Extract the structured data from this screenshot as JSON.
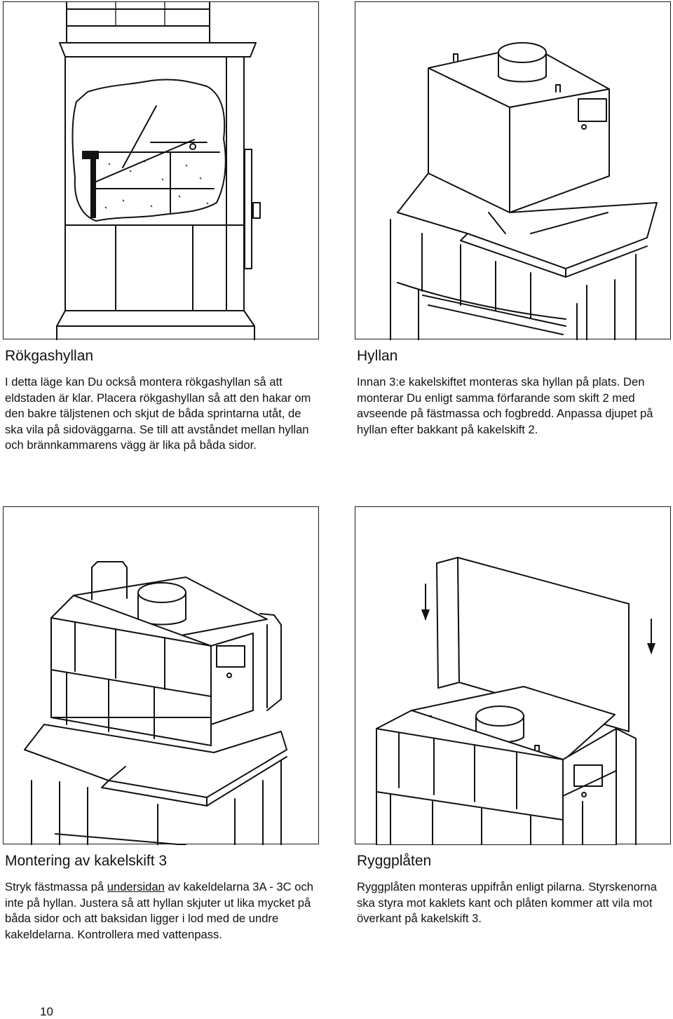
{
  "sections": [
    {
      "title": "Rökgashyllan",
      "paragraphs": [
        "I detta läge kan Du också montera rökgashyllan så att eldstaden är klar. Placera rökgashyllan så att den hakar om den bakre täljstenen och skjut de båda sprintarna utåt, de ska vila på sidoväggarna. Se till att avståndet mellan hyllan och brännkammarens vägg är lika på båda sidor."
      ]
    },
    {
      "title": "Hyllan",
      "paragraphs": [
        "Innan 3:e kakelskiftet monteras ska hyllan på plats. Den monterar Du enligt samma förfarande som skift 2 med avseende på fästmassa och fogbredd. Anpassa djupet på hyllan efter bakkant på kakelskift 2."
      ]
    },
    {
      "title": "Montering av kakelskift 3",
      "text_before": "Stryk fästmassa på ",
      "underlined": "undersidan",
      "text_after": " av kakeldelarna 3A - 3C och inte på hyllan. Justera så att hyllan skjuter ut lika mycket på båda sidor och att baksidan ligger i lod med de undre kakeldelarna. Kontrollera med vattenpass."
    },
    {
      "title": "Ryggplåten",
      "paragraphs": [
        "Ryggplåten monteras uppifrån enligt pilarna. Styrskenorna ska styra mot kaklets kant och plåten kommer att vila mot överkant på kakelskift 3."
      ]
    }
  ],
  "page_number": "10"
}
